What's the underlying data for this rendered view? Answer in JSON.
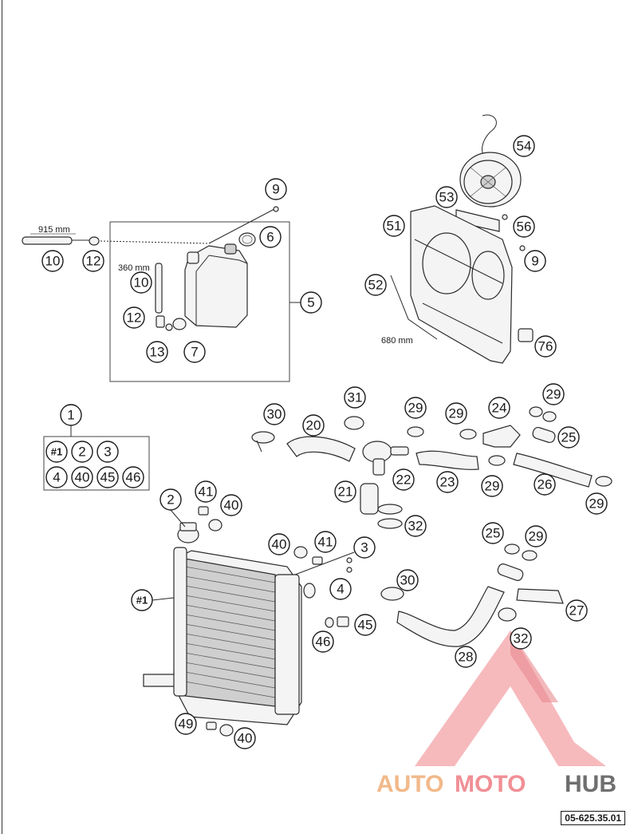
{
  "diagram": {
    "doc_code": "05-625.35.01",
    "dimensions": {
      "hose_long": "915 mm",
      "hose_short": "360 mm",
      "seal": "680 mm"
    },
    "kit_group": {
      "label": "1",
      "contents": [
        "#1",
        "2",
        "3",
        "4",
        "40",
        "45",
        "46"
      ]
    },
    "callouts": {
      "c1": "1",
      "c2": "2",
      "c3": "3",
      "c4": "4",
      "c5": "5",
      "c6": "6",
      "c7": "7",
      "c9a": "9",
      "c9b": "9",
      "c10a": "10",
      "c10b": "10",
      "c12a": "12",
      "c12b": "12",
      "c13": "13",
      "c20": "20",
      "c21": "21",
      "c22": "22",
      "c23": "23",
      "c24": "24",
      "c25a": "25",
      "c25b": "25",
      "c26": "26",
      "c27": "27",
      "c28": "28",
      "c29a": "29",
      "c29b": "29",
      "c29c": "29",
      "c29d": "29",
      "c29e": "29",
      "c29f": "29",
      "c30a": "30",
      "c30b": "30",
      "c31": "31",
      "c32a": "32",
      "c32b": "32",
      "c40a": "40",
      "c40b": "40",
      "c40c": "40",
      "c41a": "41",
      "c41b": "41",
      "c45": "45",
      "c46": "46",
      "c49": "49",
      "c51": "51",
      "c52": "52",
      "c53": "53",
      "c54": "54",
      "c56": "56",
      "c76": "76",
      "c_hash1": "#1"
    },
    "watermark": {
      "auto": "AUTO",
      "moto": "MOTO",
      "hub": "HUB"
    }
  }
}
